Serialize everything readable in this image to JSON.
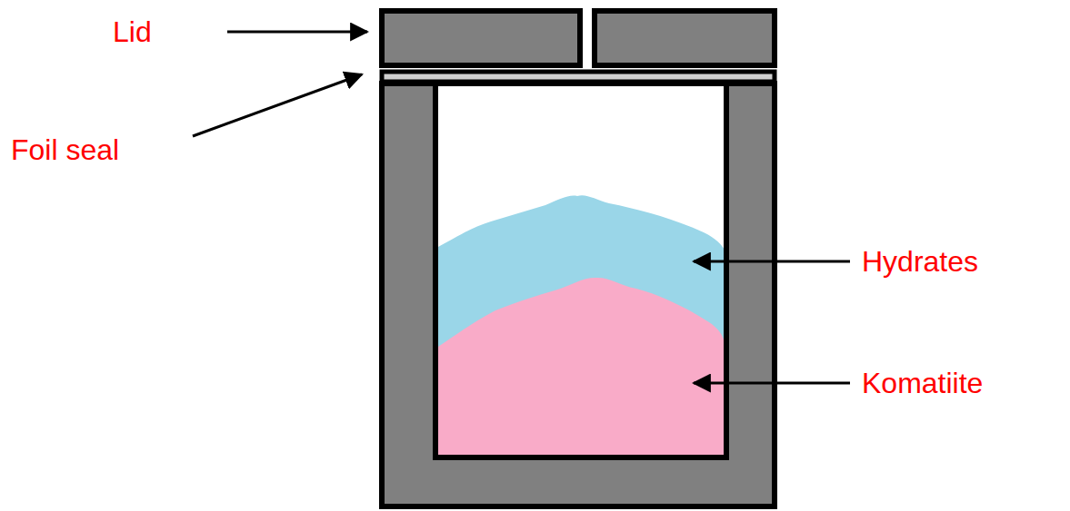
{
  "diagram": {
    "labels": [
      "Lid",
      "Foil seal",
      "Hydrates",
      "Komatiite"
    ]
  }
}
